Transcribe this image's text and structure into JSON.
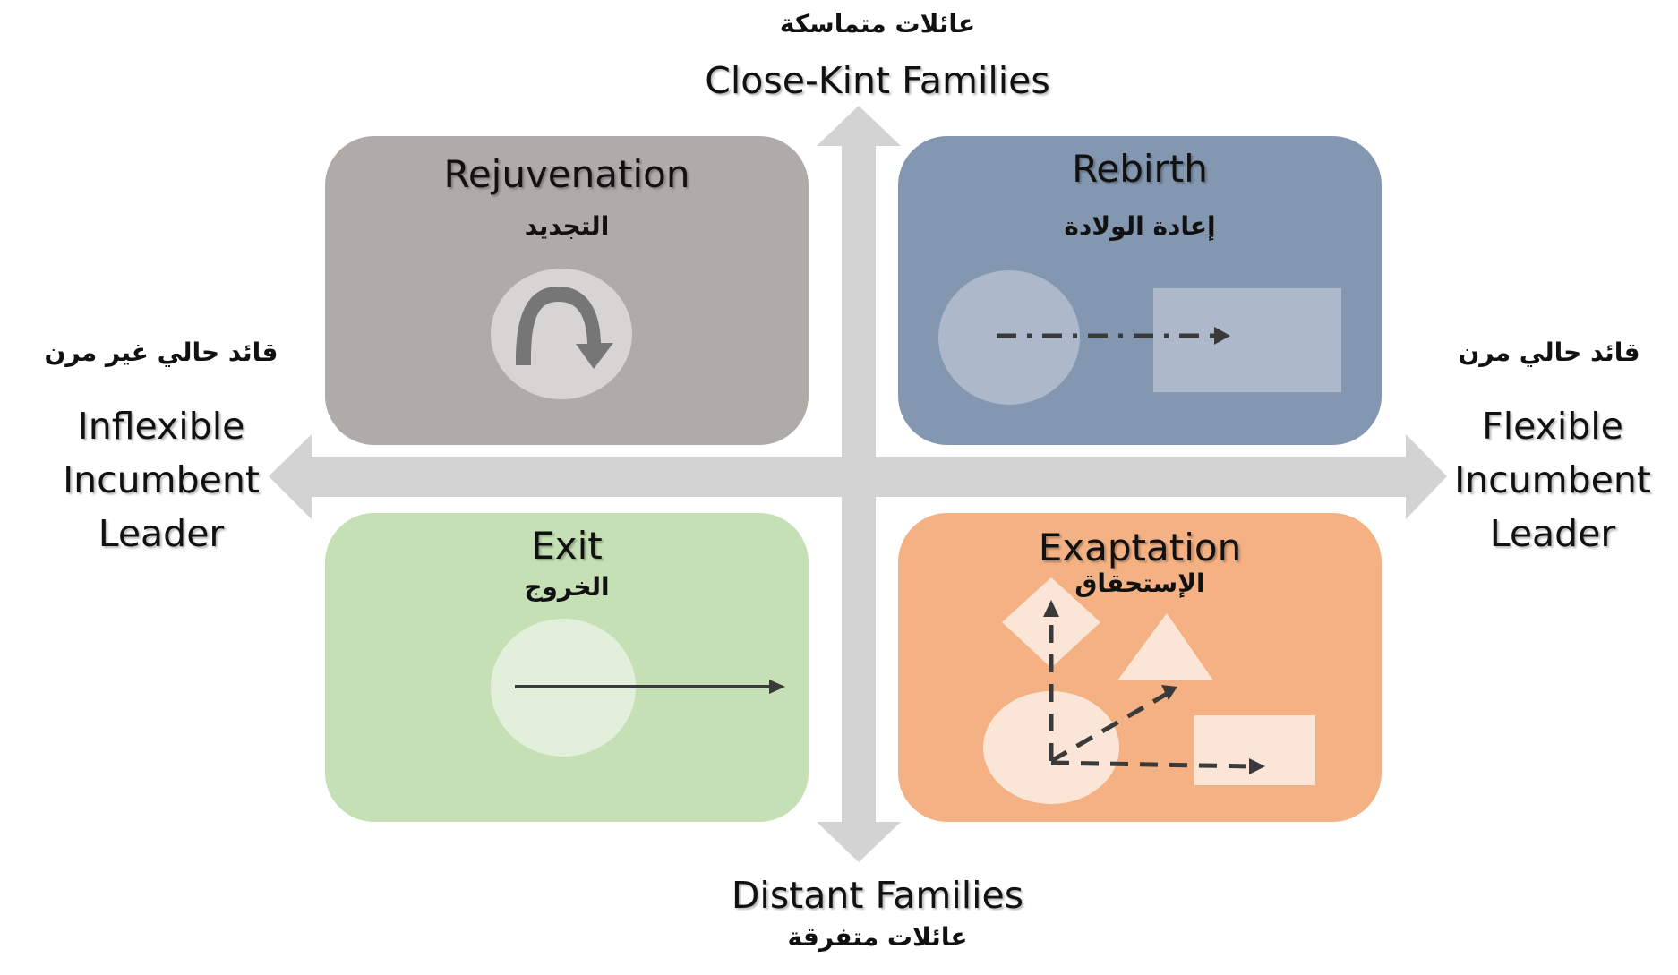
{
  "colors": {
    "axis_arrow": "#d3d3d3",
    "rejuvenation": "#aeaba9",
    "rebirth": "#8497b0",
    "exit": "#c5e0b4",
    "exaptation": "#f4b183",
    "light_shape_rejuvenation": "#d6d5d4",
    "light_shape_rebirth": "#adb9ca",
    "light_shape_exit": "#e2efda",
    "light_shape_exaptation": "#fbe5d6",
    "stroke": "#3a3a3a"
  },
  "axes": {
    "top": {
      "arabic": "عائلات متماسكة",
      "english": "Close-Kint Families"
    },
    "bottom": {
      "english": "Distant Families",
      "arabic": "عائلات متفرقة"
    },
    "left": {
      "arabic": "قائد حالي غير مرن",
      "english_lines": [
        "Inflexible",
        "Incumbent",
        "Leader"
      ]
    },
    "right": {
      "arabic": "قائد حالي مرن",
      "english_lines": [
        "Flexible",
        "Incumbent",
        "Leader"
      ]
    }
  },
  "quadrants": {
    "top_left": {
      "title": "Rejuvenation",
      "arabic": "التجديد",
      "icon": "curved-arrow-icon"
    },
    "top_right": {
      "title": "Rebirth",
      "arabic": "إعادة الولادة",
      "icon": "circle-to-rectangle-dashdot-arrow-icon"
    },
    "bottom_left": {
      "title": "Exit",
      "arabic": "الخروج",
      "icon": "circle-exit-arrow-icon"
    },
    "bottom_right": {
      "title": "Exaptation",
      "arabic": "الإستحقاق",
      "icon": "circle-to-multiple-shapes-dashed-arrows-icon"
    }
  }
}
